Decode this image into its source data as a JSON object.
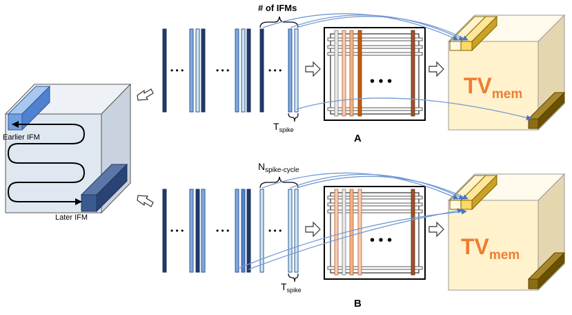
{
  "cube": {
    "earlier_label": "Earlier IFM",
    "later_label": "Later IFM"
  },
  "panel_a": {
    "letter": "A",
    "ifm_count_label": "# of IFMs",
    "t_spike_main": "T",
    "t_spike_sub": "spike",
    "ellipsis": "• • •",
    "tv_main": "TV",
    "tv_sub": "mem"
  },
  "panel_b": {
    "letter": "B",
    "n_label_main": "N",
    "n_label_sub": "spike-cycle",
    "t_spike_main": "T",
    "t_spike_sub": "spike",
    "ellipsis": "• • •",
    "tv_main": "TV",
    "tv_sub": "mem"
  },
  "colors": {
    "dark_blue": "#203864",
    "mid_blue": "#6fa0dc",
    "light_blue": "#cde6ef",
    "cube_face": "#dfe7f0",
    "tv_cube": "#fff2cc",
    "tv_text": "#ee7d31",
    "gold_bar": "#ffd966",
    "brown_bar": "#806000",
    "arrow": "#7199d4"
  }
}
